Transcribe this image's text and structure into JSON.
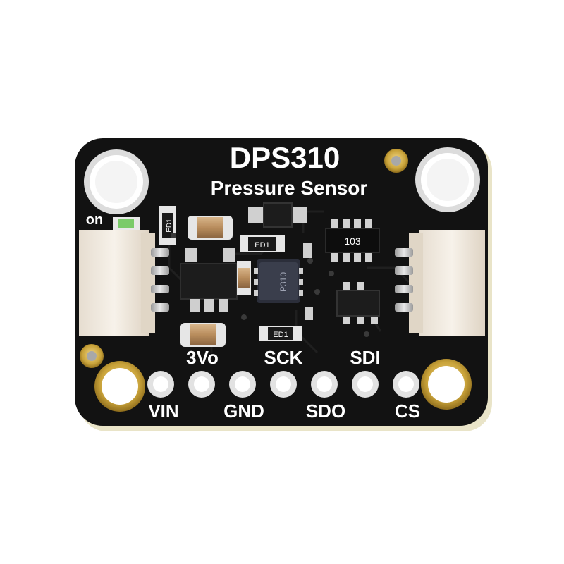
{
  "board": {
    "title": "DPS310",
    "subtitle": "Pressure Sensor",
    "led_label": "on",
    "pins_top": [
      "3Vo",
      "SCK",
      "SDI"
    ],
    "pins_bottom": [
      "VIN",
      "GND",
      "SDO",
      "CS"
    ],
    "resistor_array_code": "103",
    "smd_codes": [
      "ED1",
      "ED1",
      "ED1"
    ],
    "chip_marking": "P310",
    "colors": {
      "pcb": "#121212",
      "silkscreen": "#ffffff",
      "gold_pad": "#c9a33a",
      "connector": "#f1ebe2",
      "background": "#ffffff"
    }
  }
}
